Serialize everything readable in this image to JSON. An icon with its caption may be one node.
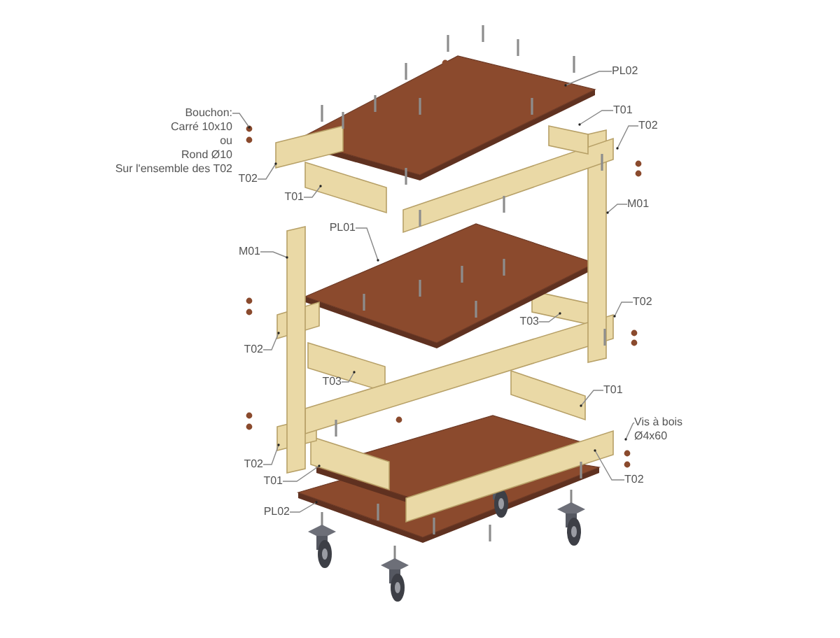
{
  "diagram": {
    "nodes": [
      {
        "text": [
          "Bouchon:",
          "Carré 10x10",
          "ou",
          "Rond Ø10",
          "Sur l'ensemble des T02"
        ]
      },
      {
        "text": [
          "PL02"
        ]
      },
      {
        "text": [
          "T01"
        ]
      },
      {
        "text": [
          "T02"
        ]
      },
      {
        "text": [
          "T02"
        ]
      },
      {
        "text": [
          "T01"
        ]
      },
      {
        "text": [
          "M01"
        ]
      },
      {
        "text": [
          "PL01"
        ]
      },
      {
        "text": [
          "M01"
        ]
      },
      {
        "text": [
          "T02"
        ]
      },
      {
        "text": [
          "T03"
        ]
      },
      {
        "text": [
          "T02"
        ]
      },
      {
        "text": [
          "T03"
        ]
      },
      {
        "text": [
          "T01"
        ]
      },
      {
        "text": [
          "Vis à bois Ø4x60"
        ]
      },
      {
        "text": [
          "T02"
        ]
      },
      {
        "text": [
          "T02"
        ]
      },
      {
        "text": [
          "T01"
        ]
      },
      {
        "text": [
          "PL02"
        ]
      }
    ],
    "edges": [
      {
        "from": 0,
        "to": null,
        "arrow": "other"
      },
      {
        "from": 1,
        "to": null,
        "arrow": "other"
      },
      {
        "from": 2,
        "to": null,
        "arrow": "other"
      },
      {
        "from": 3,
        "to": null,
        "arrow": "other"
      },
      {
        "from": 4,
        "to": null,
        "arrow": "other"
      },
      {
        "from": 5,
        "to": null,
        "arrow": "other"
      },
      {
        "from": 6,
        "to": null,
        "arrow": "other"
      },
      {
        "from": 7,
        "to": null,
        "arrow": "other"
      },
      {
        "from": 8,
        "to": null,
        "arrow": "other"
      },
      {
        "from": 9,
        "to": null,
        "arrow": "other"
      },
      {
        "from": 10,
        "to": null,
        "arrow": "other"
      },
      {
        "from": 11,
        "to": null,
        "arrow": "other"
      },
      {
        "from": 12,
        "to": null,
        "arrow": "other"
      },
      {
        "from": 13,
        "to": null,
        "arrow": "other"
      },
      {
        "from": 14,
        "to": null,
        "arrow": "other"
      },
      {
        "from": 15,
        "to": null,
        "arrow": "other"
      },
      {
        "from": 16,
        "to": null,
        "arrow": "other"
      },
      {
        "from": 17,
        "to": null,
        "arrow": "other"
      },
      {
        "from": 18,
        "to": null,
        "arrow": "other"
      }
    ]
  }
}
